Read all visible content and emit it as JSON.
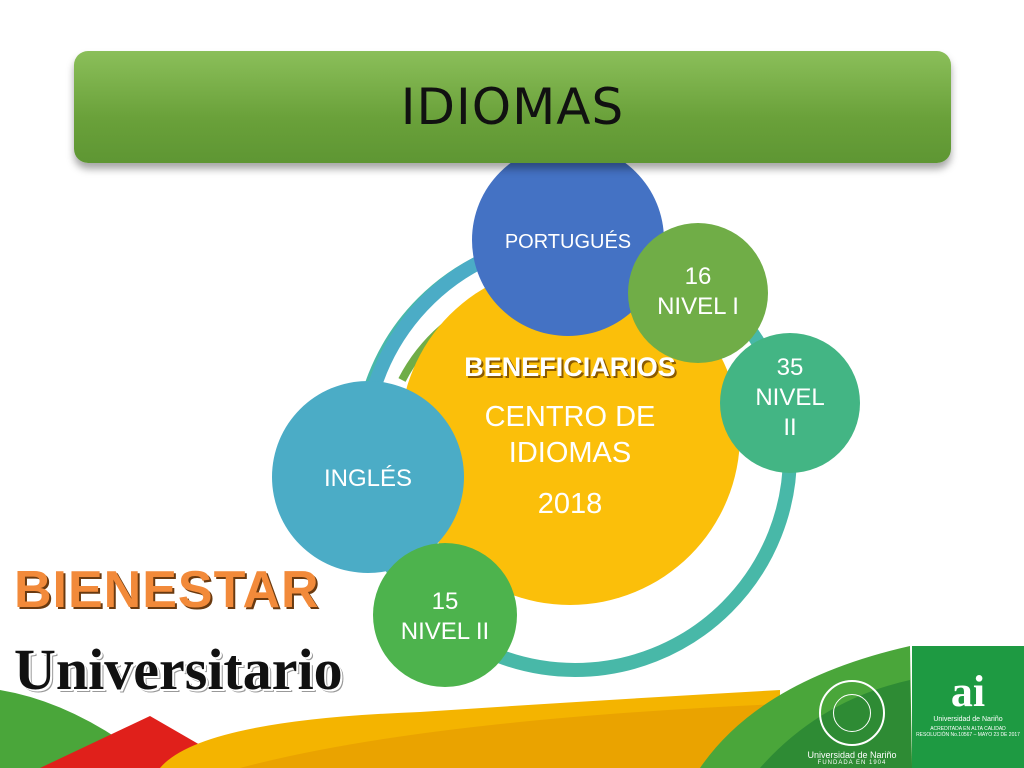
{
  "title": "IDIOMAS",
  "center": {
    "heading": "BENEFICIARIOS",
    "line1": "CENTRO DE",
    "line2": "IDIOMAS",
    "year": "2018"
  },
  "nodes": {
    "portugues": "PORTUGUÉS",
    "ingles": "INGLÉS",
    "n16_count": "16",
    "n16_level": "NIVEL I",
    "n35_count": "35",
    "n35_level1": "NIVEL",
    "n35_level2": "II",
    "n15_count": "15",
    "n15_level": "NIVEL II"
  },
  "branding": {
    "bienestar": "BIENESTAR",
    "universitario": "Universitario"
  },
  "logos": {
    "udenar_name": "Universidad de Nariño",
    "udenar_founded": "FUNDADA EN 1904",
    "ai_mark": "ai",
    "ai_line1": "Universidad de Nariño",
    "ai_line2": "ACREDITADA EN ALTA CALIDAD",
    "ai_line3": "RESOLUCIÓN No.10567 – MAYO 23 DE 2017"
  },
  "colors": {
    "banner_green": "#6aa13a",
    "center_yellow": "#fbbf0a",
    "portugues_blue": "#4472c4",
    "ingles_teal": "#4bacc6",
    "small_green": "#70ad47",
    "node35_green": "#43b584",
    "node15_green": "#4db34d",
    "bienestar_orange": "#f28a3a"
  }
}
